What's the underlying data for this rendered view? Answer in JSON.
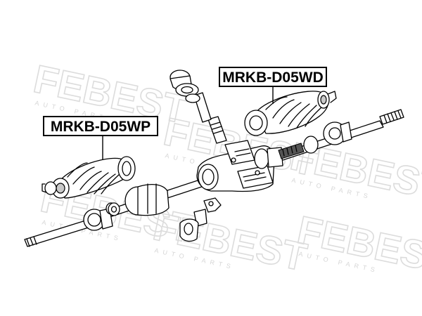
{
  "diagram": {
    "part_labels": {
      "left": "MRKB-D05WP",
      "right": "MRKB-D05WD"
    },
    "watermark": {
      "brand": "FEBEST",
      "sub": "AUTO PARTS"
    }
  }
}
